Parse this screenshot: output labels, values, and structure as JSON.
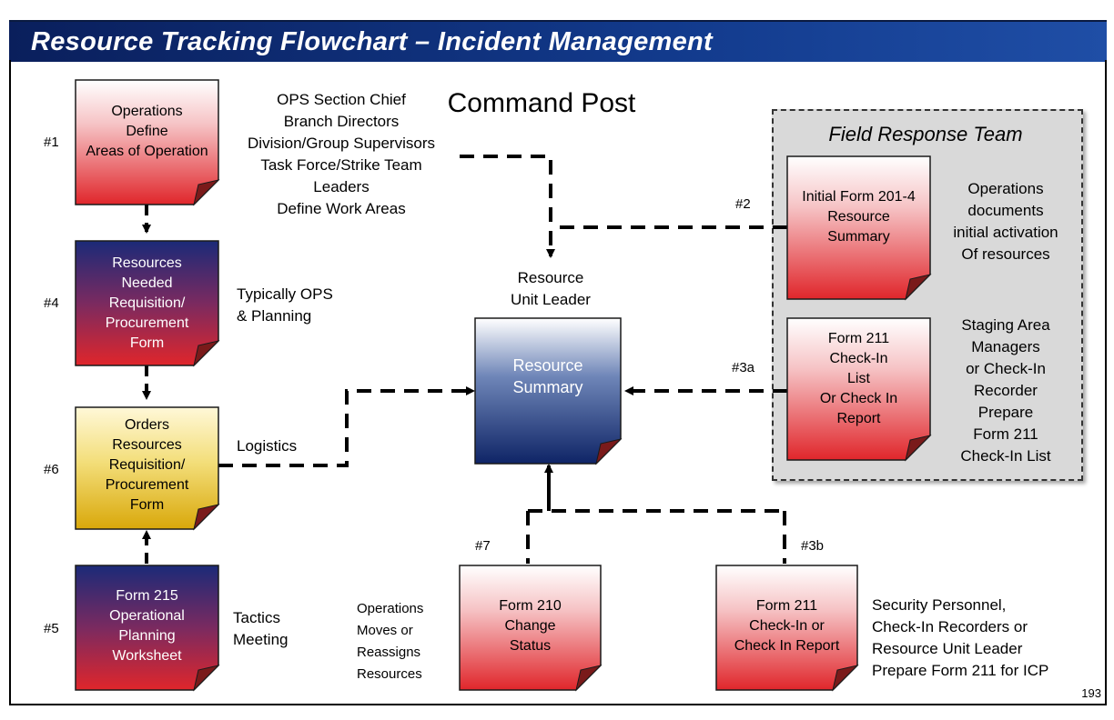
{
  "title": "Resource Tracking Flowchart – Incident Management",
  "command_post": "Command Post",
  "field_team": "Field Response Team",
  "ops_roles": [
    "OPS Section Chief",
    "Branch Directors",
    "Division/Group Supervisors",
    "Task Force/Strike Team",
    "Leaders",
    "Define Work Areas"
  ],
  "resource_unit_leader": [
    "Resource",
    "Unit Leader"
  ],
  "typically_ops": [
    "Typically OPS",
    "& Planning"
  ],
  "logistics": "Logistics",
  "tactics": [
    "Tactics",
    "Meeting"
  ],
  "ops_moves": [
    "Operations",
    "Moves or",
    "Reassigns",
    "Resources"
  ],
  "ops_documents": [
    "Operations",
    "documents",
    "initial activation",
    "Of resources"
  ],
  "staging": [
    "Staging Area",
    "Managers",
    "or Check-In",
    "Recorder",
    "Prepare",
    "Form 211",
    "Check-In List"
  ],
  "security": [
    "Security Personnel,",
    "Check-In Recorders or",
    "Resource Unit Leader",
    "Prepare Form 211 for ICP"
  ],
  "steps": {
    "s1": "#1",
    "s4": "#4",
    "s6": "#6",
    "s5": "#5",
    "s2": "#2",
    "s3a": "#3a",
    "s7": "#7",
    "s3b": "#3b"
  },
  "docs": {
    "d1": [
      "Operations",
      "Define",
      "Areas of Operation"
    ],
    "d4": [
      "Resources",
      "Needed",
      "Requisition/",
      "Procurement",
      "Form"
    ],
    "d6": [
      "Orders",
      "Resources",
      "Requisition/",
      "Procurement",
      "Form"
    ],
    "d5": [
      "Form 215",
      "Operational",
      "Planning",
      "Worksheet"
    ],
    "dsum": [
      "Resource",
      "Summary"
    ],
    "d2": [
      "Initial Form 201-4",
      "Resource",
      "Summary"
    ],
    "d3a": [
      "Form 211",
      "Check-In",
      "List",
      "Or Check In",
      "Report"
    ],
    "d7": [
      "Form 210",
      "Change",
      "Status"
    ],
    "d3b": [
      "Form 211",
      "Check-In or",
      "Check In Report"
    ]
  },
  "colors": {
    "red": "#e0262b",
    "navy": "#1b2a78",
    "gold": "#e4b80c",
    "title_blue": "#123a8c"
  },
  "page_number": "193"
}
